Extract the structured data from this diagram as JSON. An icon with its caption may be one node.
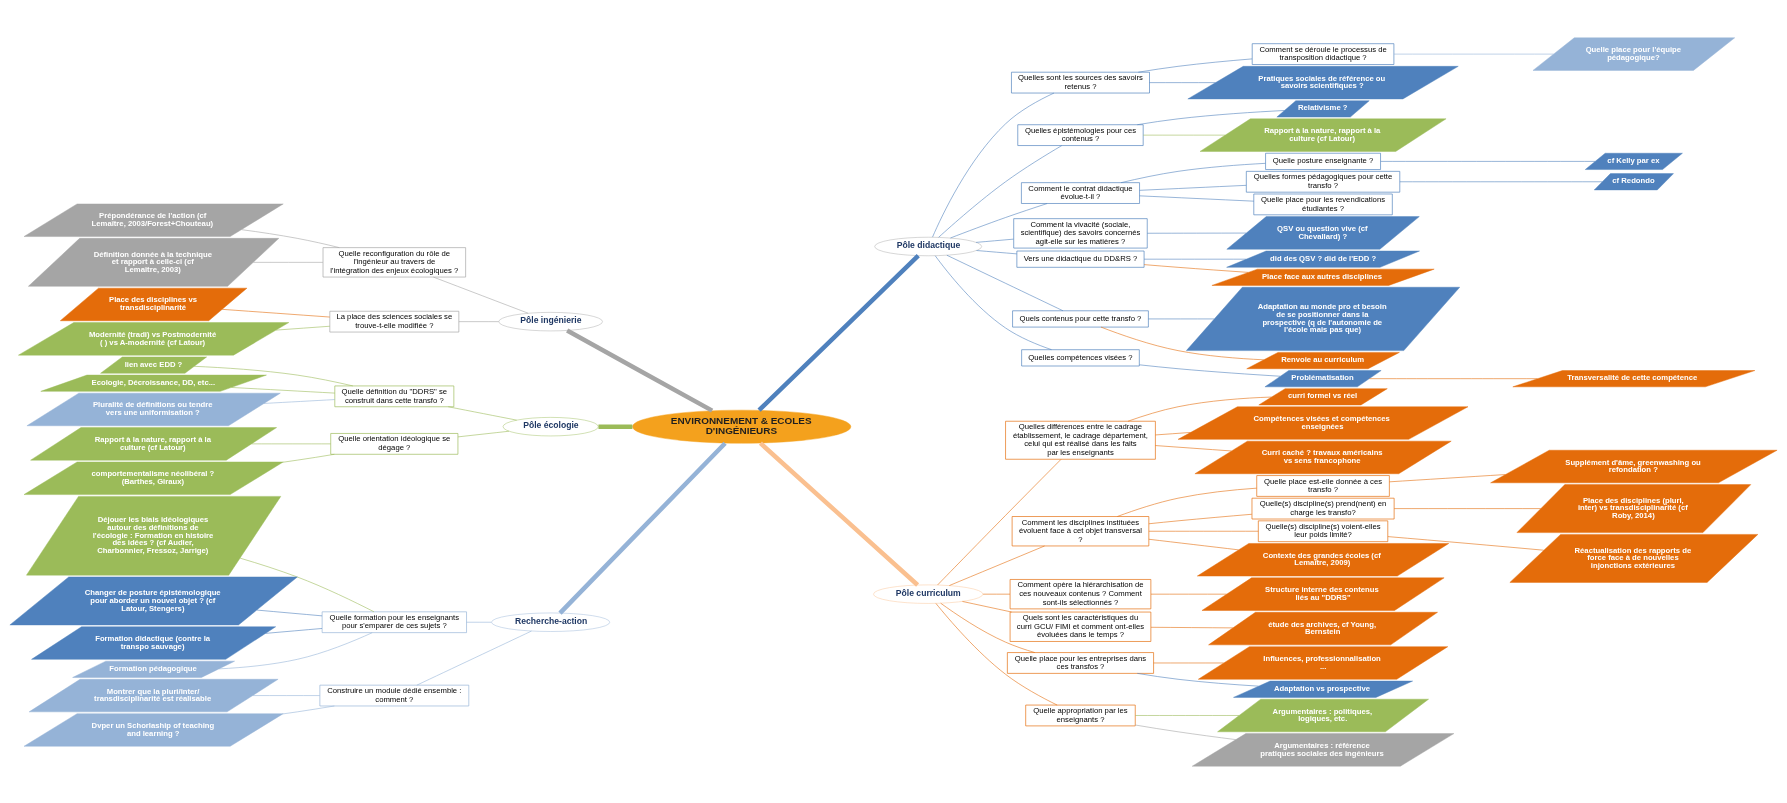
{
  "diagram": {
    "nodes": [
      {
        "text": [
          "ENVIRONNEMENT & ECOLES D'INGÉNIEURS"
        ]
      },
      {
        "text": [
          "Pôle ingénierie"
        ]
      },
      {
        "text": [
          "Quelle reconfiguration du rôle de l'ingénieur au travers de l'intégration des enjeux écologiques ?"
        ]
      },
      {
        "text": [
          "Prépondérance de l'action (cf Lemaître, 2003/Forest+Chouteau)"
        ]
      },
      {
        "text": [
          "Définition donnée à la technique et rapport à celle-ci (cf Lemaître, 2003)"
        ]
      },
      {
        "text": [
          "La place des sciences sociales se trouve-t-elle modifiée ?"
        ]
      },
      {
        "text": [
          "Place des disciplines vs transdisciplinarité"
        ]
      },
      {
        "text": [
          "Modernité (tradi) vs Postmodernité ( ) vs A-modernité (cf Latour)"
        ]
      },
      {
        "text": [
          "Pôle écologie"
        ]
      },
      {
        "text": [
          "Quelle définition du \"DDRS\" se construit dans cette transfo ?"
        ]
      },
      {
        "text": [
          "lien avec EDD ?"
        ]
      },
      {
        "text": [
          "Ecologie, Décroissance, DD, etc..."
        ]
      },
      {
        "text": [
          "Pluralité de définitions ou tendre vers une uniformisation ?"
        ]
      },
      {
        "text": [
          "Quelle orientation idéologique se dégage ?"
        ]
      },
      {
        "text": [
          "Rapport à la nature, rapport à la culture (cf Latour)"
        ]
      },
      {
        "text": [
          "comportementalisme néolibéral ? (Barthes, Giraux)"
        ]
      },
      {
        "text": [
          "Recherche-action"
        ]
      },
      {
        "text": [
          "Quelle formation pour les enseignants pour s'emparer de ces sujets ?"
        ]
      },
      {
        "text": [
          "Déjouer les biais idéologiques autour des définitions de l'écologie : Formation en histoire des idées ? (cf Audier, Charbonnier, Fressoz, Jarrige)"
        ]
      },
      {
        "text": [
          "Changer de posture épistémologique pour aborder un nouvel objet ? (cf Latour, Stengers)"
        ]
      },
      {
        "text": [
          "Formation didactique (contre la transpo sauvage)"
        ]
      },
      {
        "text": [
          "Formation pédagogique"
        ]
      },
      {
        "text": [
          "Construire un module dédié ensemble : comment ?"
        ]
      },
      {
        "text": [
          "Montrer que la pluri/inter/ transdisciplinarité est réalisable"
        ]
      },
      {
        "text": [
          "Dvper un Schorlaship of teaching and learning ?"
        ]
      },
      {
        "text": [
          "Pôle didactique"
        ]
      },
      {
        "text": [
          "Quelles sont les sources des savoirs retenus ?"
        ]
      },
      {
        "text": [
          "Comment se déroule le processus de transposition didactique ?"
        ]
      },
      {
        "text": [
          "Quelle place pour l'équipe pédagogique?"
        ]
      },
      {
        "text": [
          "Pratiques sociales de référence ou savoirs scientifiques ?"
        ]
      },
      {
        "text": [
          "Quelles épistémologies pour ces contenus ?"
        ]
      },
      {
        "text": [
          "Relativisme ?"
        ]
      },
      {
        "text": [
          "Rapport à la nature, rapport à la culture (cf Latour)"
        ]
      },
      {
        "text": [
          "Comment le contrat didactique évolue-t-il ?"
        ]
      },
      {
        "text": [
          "Quelle posture enseignante ?"
        ]
      },
      {
        "text": [
          "cf Kelly par ex"
        ]
      },
      {
        "text": [
          "Quelles formes pédagogiques pour cette transfo ?"
        ]
      },
      {
        "text": [
          "cf Redondo"
        ]
      },
      {
        "text": [
          "Quelle place pour les revendications étudiantes ?"
        ]
      },
      {
        "text": [
          "Comment la vivacité (sociale, scientifique) des savoirs concernés agit-elle sur les matières ?"
        ]
      },
      {
        "text": [
          "QSV ou question vive (cf Chevallard) ?"
        ]
      },
      {
        "text": [
          "Vers une didactique du DD&RS ?"
        ]
      },
      {
        "text": [
          "did des QSV ? did de l'EDD ?"
        ]
      },
      {
        "text": [
          "Place face aux autres disciplines"
        ]
      },
      {
        "text": [
          "Quels contenus pour cette transfo ?"
        ]
      },
      {
        "text": [
          "Adaptation au monde pro et besoin de se positionner dans la prospective (q de l'autonomie de l'école mais pas que)"
        ]
      },
      {
        "text": [
          "Renvoie au curriculum"
        ]
      },
      {
        "text": [
          "Quelles compétences visées ?"
        ]
      },
      {
        "text": [
          "Problématisation"
        ]
      },
      {
        "text": [
          "Transversalité de cette compétence"
        ]
      },
      {
        "text": [
          "Pôle curriculum"
        ]
      },
      {
        "text": [
          "Quelles différences entre le cadrage établissement, le cadrage département, celui qui est réalisé dans les faits par les enseignants"
        ]
      },
      {
        "text": [
          "curri formel vs réel"
        ]
      },
      {
        "text": [
          "Compétences visées et compétences enseignées"
        ]
      },
      {
        "text": [
          "Curri caché ? travaux américains vs sens francophone"
        ]
      },
      {
        "text": [
          "Comment les disciplines instituées évoluent face à cet objet transversal ?"
        ]
      },
      {
        "text": [
          "Quelle place est-elle donnée à ces transfo ?"
        ]
      },
      {
        "text": [
          "Supplément d'âme, greenwashing ou refondation ?"
        ]
      },
      {
        "text": [
          "Quelle(s) discipline(s) prend(nent) en charge les transfo?"
        ]
      },
      {
        "text": [
          "Place des disciplines (pluri, inter) vs transdisciplinarité (cf Roby, 2014)"
        ]
      },
      {
        "text": [
          "Quelle(s) discipline(s) voient-elles leur poids limité?"
        ]
      },
      {
        "text": [
          "Réactualisation des rapports de force face à de nouvelles injonctions extérieures"
        ]
      },
      {
        "text": [
          "Contexte des grandes écoles (cf Lemaître, 2009)"
        ]
      },
      {
        "text": [
          "Comment opère la hiérarchisation de ces nouveaux contenus ? Comment sont-ils sélectionnés ?"
        ]
      },
      {
        "text": [
          "Structure interne des contenus liés au \"DDRS\""
        ]
      },
      {
        "text": [
          "Quels sont les caractéristiques du curri GCU/ FIMI et comment ont-elles évoluées dans le temps ?"
        ]
      },
      {
        "text": [
          "étude des archives, cf Young, Bernstein"
        ]
      },
      {
        "text": [
          "Quelle place pour les entreprises dans ces transfos ?"
        ]
      },
      {
        "text": [
          "Influences, professionnalisation ..."
        ]
      },
      {
        "text": [
          "Adaptation vs prospective"
        ]
      },
      {
        "text": [
          "Quelle appropriation par les enseignants ?"
        ]
      },
      {
        "text": [
          "Argumentaires : politiques, logiques, etc."
        ]
      },
      {
        "text": [
          "Argumentaires : référence pratiques sociales des ingénieurs"
        ]
      }
    ],
    "edges": [
      {
        "from": 1,
        "to": 0,
        "arrow": "none",
        "style": "thick",
        "color": "#a5a5a5"
      },
      {
        "from": 2,
        "to": 1,
        "arrow": "none",
        "color": "#a5a5a5"
      },
      {
        "from": 3,
        "to": 2,
        "arrow": "none",
        "color": "#a5a5a5"
      },
      {
        "from": 4,
        "to": 2,
        "arrow": "none",
        "color": "#a5a5a5"
      },
      {
        "from": 5,
        "to": 1,
        "arrow": "none",
        "color": "#a5a5a5"
      },
      {
        "from": 6,
        "to": 5,
        "arrow": "none",
        "color": "#e46c0a"
      },
      {
        "from": 7,
        "to": 5,
        "arrow": "none",
        "color": "#9bbb59"
      },
      {
        "from": 8,
        "to": 0,
        "arrow": "none",
        "style": "thick",
        "color": "#9bbb59"
      },
      {
        "from": 9,
        "to": 8,
        "arrow": "none",
        "color": "#9bbb59"
      },
      {
        "from": 10,
        "to": 9,
        "arrow": "none",
        "color": "#9bbb59"
      },
      {
        "from": 11,
        "to": 9,
        "arrow": "none",
        "color": "#9bbb59"
      },
      {
        "from": 12,
        "to": 9,
        "arrow": "none",
        "color": "#95b3d7"
      },
      {
        "from": 13,
        "to": 8,
        "arrow": "none",
        "color": "#9bbb59"
      },
      {
        "from": 14,
        "to": 13,
        "arrow": "none",
        "color": "#9bbb59"
      },
      {
        "from": 15,
        "to": 13,
        "arrow": "none",
        "color": "#9bbb59"
      },
      {
        "from": 16,
        "to": 0,
        "arrow": "none",
        "style": "thick",
        "color": "#95b3d7"
      },
      {
        "from": 17,
        "to": 16,
        "arrow": "none",
        "color": "#95b3d7"
      },
      {
        "from": 18,
        "to": 17,
        "arrow": "none",
        "color": "#9bbb59"
      },
      {
        "from": 19,
        "to": 17,
        "arrow": "none",
        "color": "#4f81bd"
      },
      {
        "from": 20,
        "to": 17,
        "arrow": "none",
        "color": "#4f81bd"
      },
      {
        "from": 21,
        "to": 17,
        "arrow": "none",
        "color": "#95b3d7"
      },
      {
        "from": 22,
        "to": 16,
        "arrow": "none",
        "color": "#95b3d7"
      },
      {
        "from": 23,
        "to": 22,
        "arrow": "none",
        "color": "#95b3d7"
      },
      {
        "from": 24,
        "to": 22,
        "arrow": "none",
        "color": "#95b3d7"
      },
      {
        "from": 0,
        "to": 25,
        "arrow": "none",
        "style": "thick",
        "color": "#4f81bd"
      },
      {
        "from": 25,
        "to": 26,
        "arrow": "none",
        "color": "#4f81bd"
      },
      {
        "from": 26,
        "to": 27,
        "arrow": "none",
        "color": "#4f81bd"
      },
      {
        "from": 27,
        "to": 28,
        "arrow": "none",
        "color": "#95b3d7"
      },
      {
        "from": 26,
        "to": 29,
        "arrow": "none",
        "color": "#4f81bd"
      },
      {
        "from": 25,
        "to": 30,
        "arrow": "none",
        "color": "#4f81bd"
      },
      {
        "from": 30,
        "to": 31,
        "arrow": "none",
        "color": "#4f81bd"
      },
      {
        "from": 30,
        "to": 32,
        "arrow": "none",
        "color": "#9bbb59"
      },
      {
        "from": 25,
        "to": 33,
        "arrow": "none",
        "color": "#4f81bd"
      },
      {
        "from": 33,
        "to": 34,
        "arrow": "none",
        "color": "#4f81bd"
      },
      {
        "from": 34,
        "to": 35,
        "arrow": "none",
        "color": "#4f81bd"
      },
      {
        "from": 33,
        "to": 36,
        "arrow": "none",
        "color": "#4f81bd"
      },
      {
        "from": 36,
        "to": 37,
        "arrow": "none",
        "color": "#4f81bd"
      },
      {
        "from": 33,
        "to": 38,
        "arrow": "none",
        "color": "#4f81bd"
      },
      {
        "from": 25,
        "to": 39,
        "arrow": "none",
        "color": "#4f81bd"
      },
      {
        "from": 39,
        "to": 40,
        "arrow": "none",
        "color": "#4f81bd"
      },
      {
        "from": 25,
        "to": 41,
        "arrow": "none",
        "color": "#4f81bd"
      },
      {
        "from": 41,
        "to": 42,
        "arrow": "none",
        "color": "#4f81bd"
      },
      {
        "from": 41,
        "to": 43,
        "arrow": "none",
        "color": "#e46c0a"
      },
      {
        "from": 25,
        "to": 44,
        "arrow": "none",
        "color": "#4f81bd"
      },
      {
        "from": 44,
        "to": 45,
        "arrow": "none",
        "color": "#4f81bd"
      },
      {
        "from": 44,
        "to": 46,
        "arrow": "none",
        "color": "#e46c0a"
      },
      {
        "from": 25,
        "to": 47,
        "arrow": "none",
        "color": "#4f81bd"
      },
      {
        "from": 47,
        "to": 48,
        "arrow": "none",
        "color": "#4f81bd"
      },
      {
        "from": 48,
        "to": 49,
        "arrow": "none",
        "color": "#e46c0a"
      },
      {
        "from": 0,
        "to": 50,
        "arrow": "none",
        "style": "thick",
        "color": "#fac090"
      },
      {
        "from": 50,
        "to": 51,
        "arrow": "none",
        "color": "#e46c0a"
      },
      {
        "from": 51,
        "to": 52,
        "arrow": "none",
        "color": "#e46c0a"
      },
      {
        "from": 51,
        "to": 53,
        "arrow": "none",
        "color": "#e46c0a"
      },
      {
        "from": 51,
        "to": 54,
        "arrow": "none",
        "color": "#e46c0a"
      },
      {
        "from": 50,
        "to": 55,
        "arrow": "none",
        "color": "#e46c0a"
      },
      {
        "from": 55,
        "to": 56,
        "arrow": "none",
        "color": "#e46c0a"
      },
      {
        "from": 56,
        "to": 57,
        "arrow": "none",
        "color": "#e46c0a"
      },
      {
        "from": 55,
        "to": 58,
        "arrow": "none",
        "color": "#e46c0a"
      },
      {
        "from": 58,
        "to": 59,
        "arrow": "none",
        "color": "#e46c0a"
      },
      {
        "from": 55,
        "to": 60,
        "arrow": "none",
        "color": "#e46c0a"
      },
      {
        "from": 60,
        "to": 61,
        "arrow": "none",
        "color": "#e46c0a"
      },
      {
        "from": 55,
        "to": 62,
        "arrow": "none",
        "color": "#e46c0a"
      },
      {
        "from": 50,
        "to": 63,
        "arrow": "none",
        "color": "#e46c0a"
      },
      {
        "from": 63,
        "to": 64,
        "arrow": "none",
        "color": "#e46c0a"
      },
      {
        "from": 50,
        "to": 65,
        "arrow": "none",
        "color": "#e46c0a"
      },
      {
        "from": 65,
        "to": 66,
        "arrow": "none",
        "color": "#e46c0a"
      },
      {
        "from": 50,
        "to": 67,
        "arrow": "none",
        "color": "#e46c0a"
      },
      {
        "from": 67,
        "to": 68,
        "arrow": "none",
        "color": "#e46c0a"
      },
      {
        "from": 67,
        "to": 69,
        "arrow": "none",
        "color": "#4f81bd"
      },
      {
        "from": 50,
        "to": 70,
        "arrow": "none",
        "color": "#e46c0a"
      },
      {
        "from": 70,
        "to": 71,
        "arrow": "none",
        "color": "#9bbb59"
      },
      {
        "from": 70,
        "to": 72,
        "arrow": "none",
        "color": "#a5a5a5"
      }
    ]
  }
}
